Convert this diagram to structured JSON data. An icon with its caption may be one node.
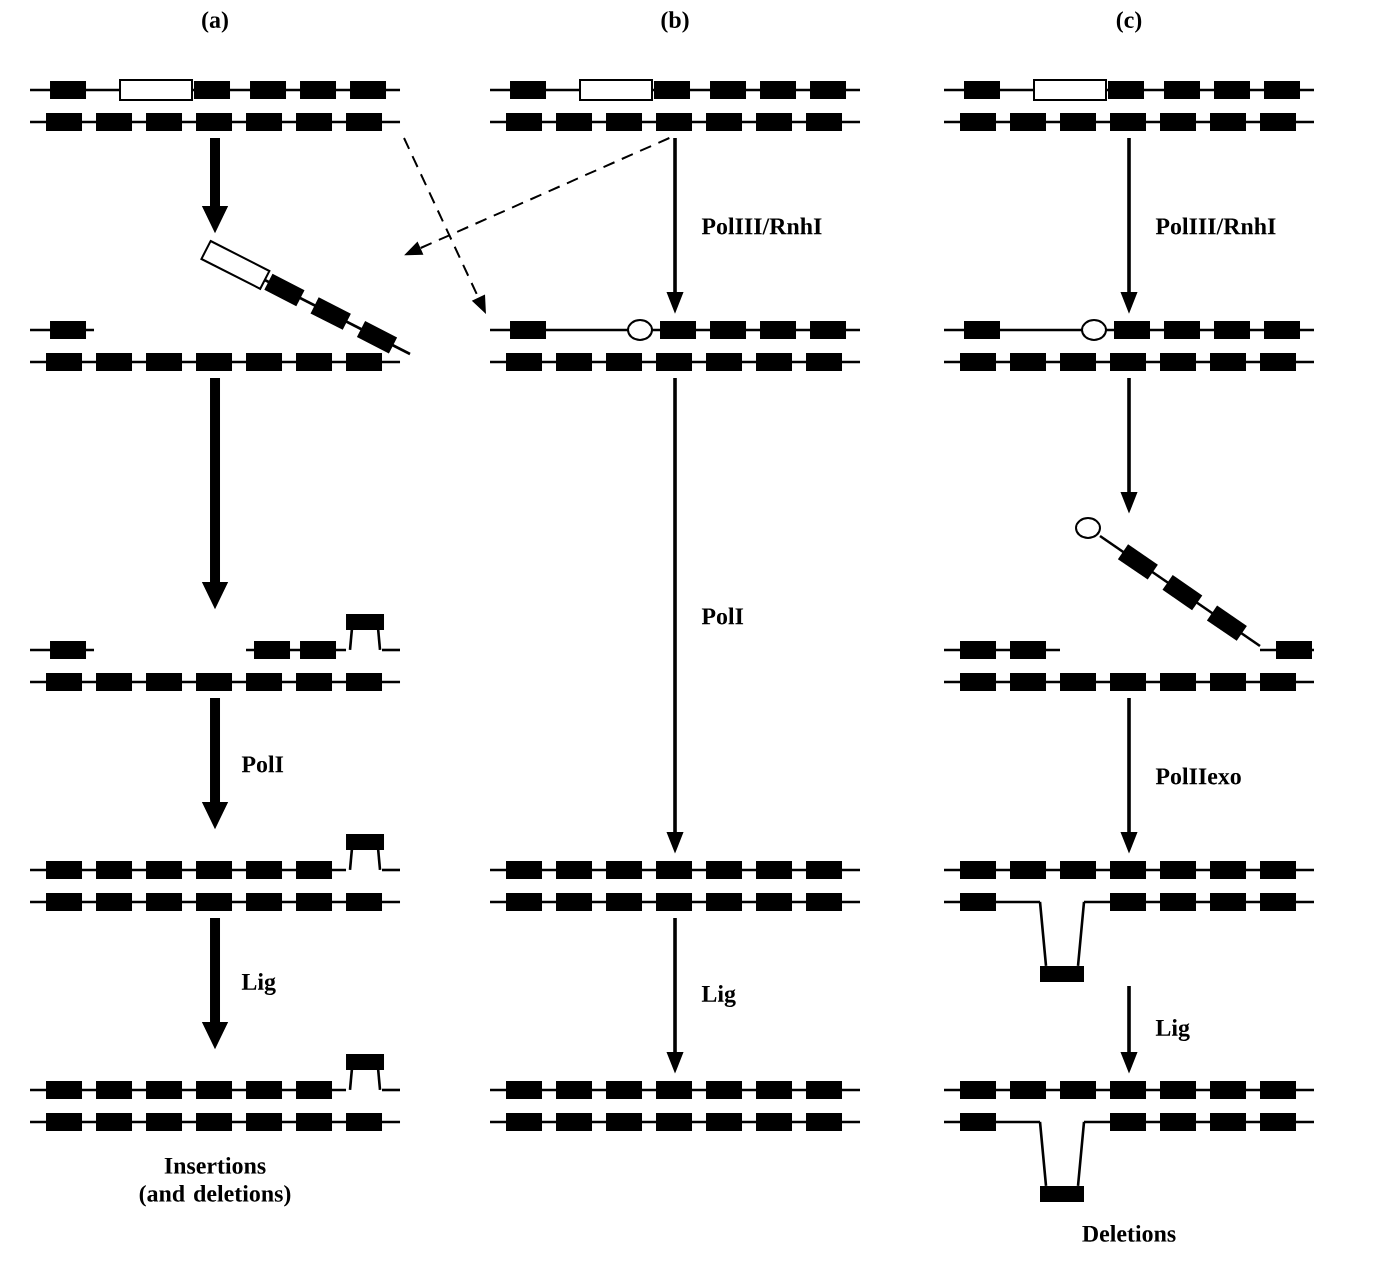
{
  "diagram": {
    "nodes": [
      {
        "text": [],
        "shape": "picture"
      },
      {
        "text": [],
        "shape": "picture"
      },
      {
        "text": [],
        "shape": "picture"
      },
      {
        "text": [],
        "shape": "picture"
      },
      {
        "text": [],
        "shape": "picture"
      },
      {
        "text": [],
        "shape": "picture"
      },
      {
        "text": [],
        "shape": "picture"
      },
      {
        "text": [],
        "shape": "picture"
      },
      {
        "text": [],
        "shape": "picture"
      },
      {
        "text": [],
        "shape": "picture"
      },
      {
        "text": [],
        "shape": "picture"
      },
      {
        "text": [],
        "shape": "picture",
        "beside": [
          "Insertions (and deletions)"
        ]
      },
      {
        "text": [],
        "shape": "picture"
      },
      {
        "text": [],
        "shape": "picture",
        "beside": [
          "Deletions"
        ]
      }
    ],
    "edges": [
      {
        "from": 0,
        "to": 3,
        "arrow": "to",
        "style": "thick"
      },
      {
        "from": 3,
        "to": 7,
        "arrow": "to",
        "style": "thick"
      },
      {
        "from": 7,
        "to": 8,
        "arrow": "to",
        "style": "thick",
        "label": "PolI"
      },
      {
        "from": 8,
        "to": 11,
        "arrow": "to",
        "style": "thick",
        "label": "Lig"
      },
      {
        "from": 1,
        "to": 4,
        "arrow": "to",
        "label": "PolIII/RnhI"
      },
      {
        "from": 4,
        "to": 9,
        "arrow": "to",
        "label": "PolI"
      },
      {
        "from": 9,
        "to": 12,
        "arrow": "to",
        "label": "Lig"
      },
      {
        "from": 2,
        "to": 5,
        "arrow": "to",
        "label": "PolIII/RnhI"
      },
      {
        "from": 5,
        "to": 6,
        "arrow": "to"
      },
      {
        "from": 6,
        "to": 10,
        "arrow": "to",
        "label": "PolIIexo"
      },
      {
        "from": 10,
        "to": 13,
        "arrow": "to",
        "label": "Lig"
      },
      {
        "from": 0,
        "to": 4,
        "arrow": "to",
        "style": "dashed"
      },
      {
        "from": 1,
        "to": 3,
        "arrow": "to",
        "style": "dashed"
      }
    ],
    "labels": [
      "(a)",
      "(b)",
      "(c)"
    ]
  }
}
